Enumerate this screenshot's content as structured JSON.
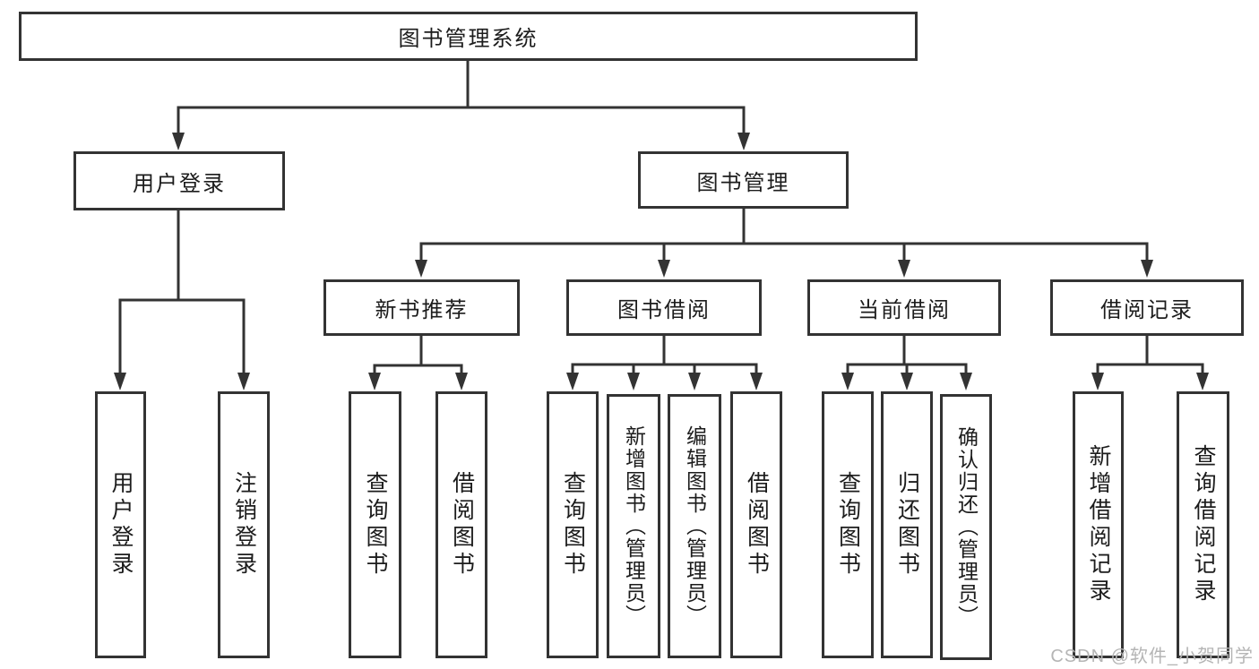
{
  "diagram": {
    "title": "图书管理系统",
    "tree": {
      "root": {
        "label": "图书管理系统"
      },
      "branches": [
        {
          "label": "用户登录",
          "children": [
            {
              "label": "用户登录"
            },
            {
              "label": "注销登录"
            }
          ]
        },
        {
          "label": "图书管理",
          "children": [
            {
              "label": "新书推荐",
              "children": [
                {
                  "label": "查询图书"
                },
                {
                  "label": "借阅图书"
                }
              ]
            },
            {
              "label": "图书借阅",
              "children": [
                {
                  "label": "查询图书"
                },
                {
                  "label": "新增图书（管理员）"
                },
                {
                  "label": "编辑图书（管理员）"
                },
                {
                  "label": "借阅图书"
                }
              ]
            },
            {
              "label": "当前借阅",
              "children": [
                {
                  "label": "查询图书"
                },
                {
                  "label": "归还图书"
                },
                {
                  "label": "确认归还（管理员）"
                }
              ]
            },
            {
              "label": "借阅记录",
              "children": [
                {
                  "label": "新增借阅记录"
                },
                {
                  "label": "查询借阅记录"
                }
              ]
            }
          ]
        }
      ]
    },
    "colors": {
      "line": "#333333",
      "text": "#1c1c1c",
      "background": "#ffffff",
      "watermark": "#b5b5b5"
    },
    "watermark": {
      "text": "CSDN @软件_小贺同学"
    }
  }
}
